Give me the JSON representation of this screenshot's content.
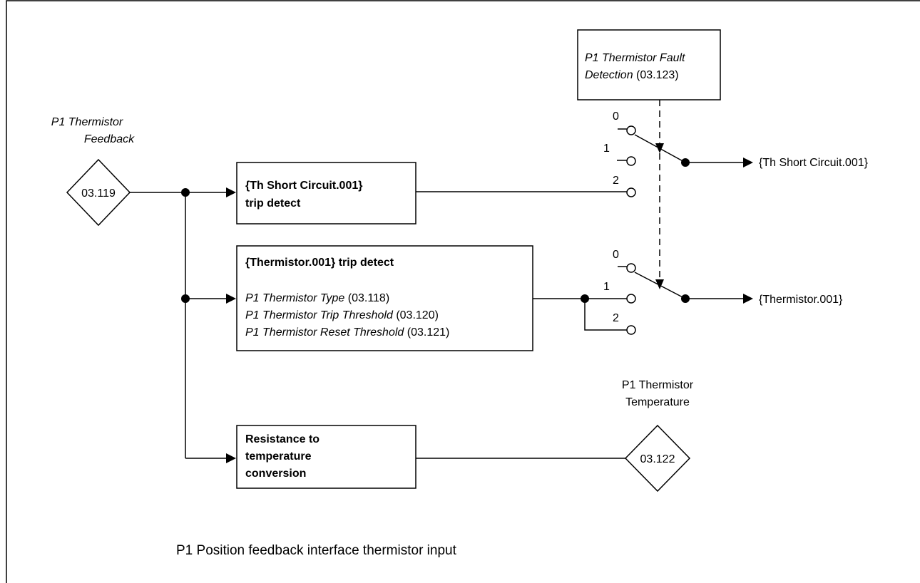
{
  "input": {
    "label_line1": "P1 Thermistor",
    "label_line2": "Feedback",
    "param": "03.119"
  },
  "fault_detection": {
    "line1": "P1 Thermistor Fault",
    "line2_italic": "Detection",
    "line2_param": " (03.123)"
  },
  "short_circuit_box": {
    "line1": "{Th Short Circuit.001}",
    "line2": "trip detect"
  },
  "thermistor_box": {
    "title": "{Thermistor.001} trip detect",
    "rows": [
      {
        "name": "P1 Thermistor Type",
        "param": " (03.118)"
      },
      {
        "name": "P1 Thermistor Trip Threshold",
        "param": " (03.120)"
      },
      {
        "name": "P1 Thermistor Reset Threshold",
        "param": " (03.121)"
      }
    ]
  },
  "conversion_box": {
    "line1": "Resistance to",
    "line2": "temperature",
    "line3": "conversion"
  },
  "switch_positions": [
    "0",
    "1",
    "2"
  ],
  "outputs": {
    "short_circuit": "{Th Short Circuit.001}",
    "thermistor": "{Thermistor.001}"
  },
  "temperature": {
    "label_line1": "P1 Thermistor",
    "label_line2": "Temperature",
    "param": "03.122"
  },
  "caption": "P1 Position feedback interface thermistor input"
}
